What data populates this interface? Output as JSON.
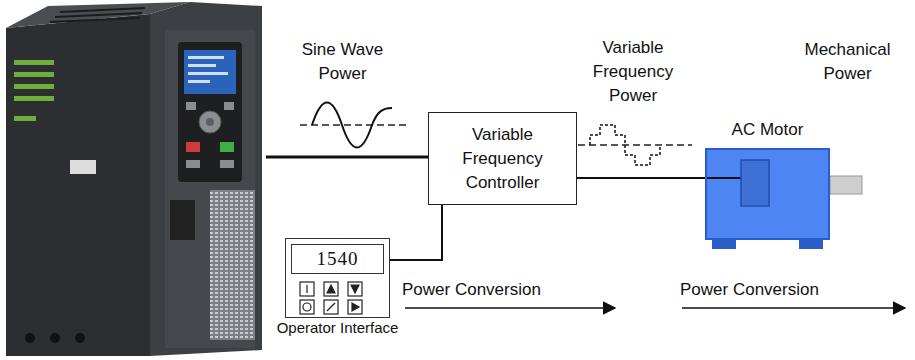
{
  "diagram": {
    "nodes": [
      {
        "text": [
          "Variable Frequency Controller"
        ]
      },
      {
        "text": [
          "AC Motor"
        ]
      },
      {
        "text": [
          "Operator Interface"
        ]
      },
      {
        "text": [
          "1540"
        ],
        "in": 2
      }
    ],
    "edges": [
      {
        "from": 2,
        "to": 0,
        "arrow": "none"
      },
      {
        "from": 0,
        "to": 1,
        "arrow": "none"
      }
    ],
    "labels": [
      "Sine Wave Power",
      "Variable Frequency Power",
      "Mechanical Power",
      "Power Conversion",
      "Power Conversion"
    ]
  }
}
